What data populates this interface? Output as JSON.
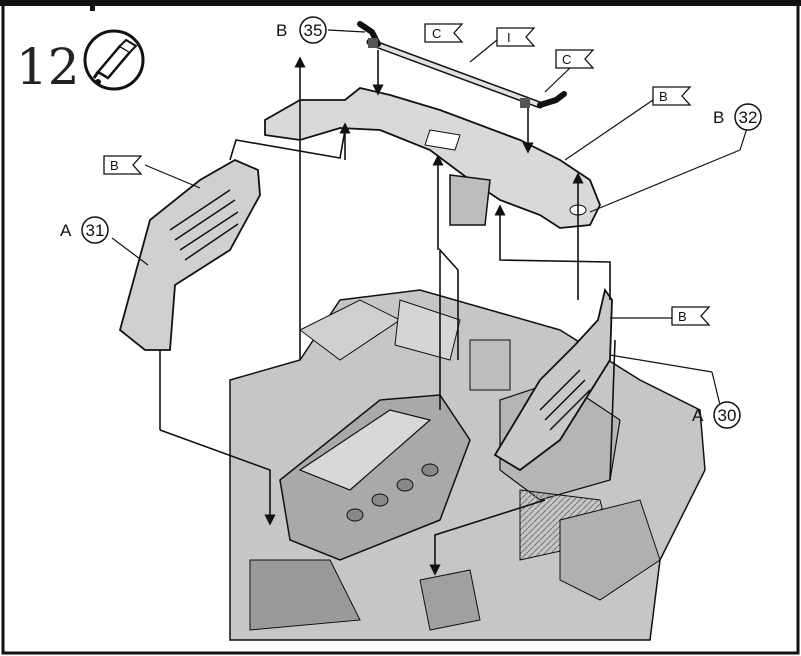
{
  "step": {
    "number": "12",
    "icon": "glue-tube-icon"
  },
  "parts": [
    {
      "letter": "B",
      "number": "35"
    },
    {
      "letter": "B",
      "number": "32"
    },
    {
      "letter": "A",
      "number": "31"
    },
    {
      "letter": "A",
      "number": "30"
    }
  ],
  "flags": [
    "C",
    "I",
    "C",
    "B",
    "B",
    "B"
  ],
  "colors": {
    "line": "#111111",
    "part_fill": "#d2d2d2",
    "engine_fill": "#bdbdbd",
    "background": "#ffffff"
  }
}
